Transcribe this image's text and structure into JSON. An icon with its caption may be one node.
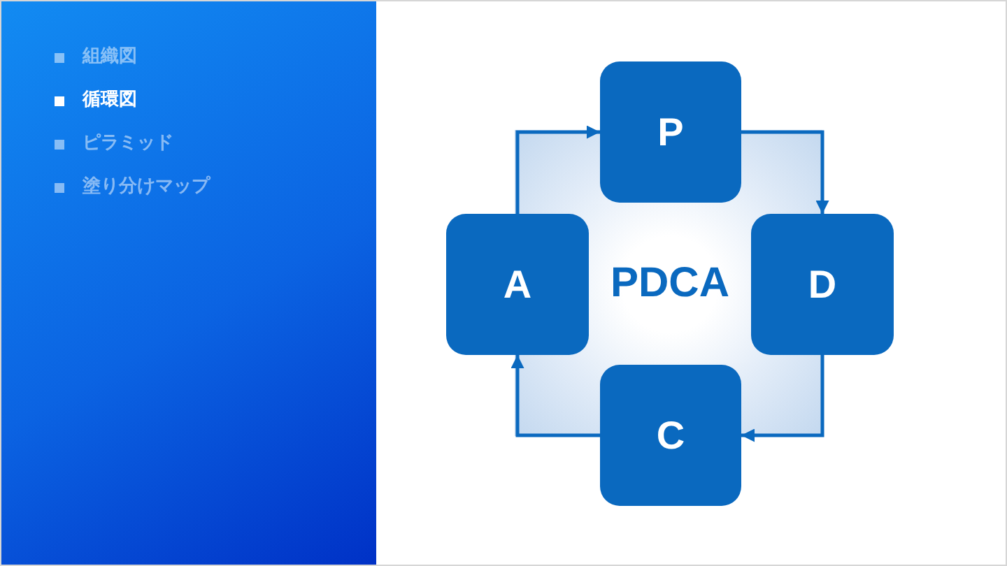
{
  "diagram": {
    "nodes": [
      {
        "text": [
          "P"
        ]
      },
      {
        "text": [
          "D"
        ]
      },
      {
        "text": [
          "C"
        ]
      },
      {
        "text": [
          "A"
        ]
      },
      {
        "text": [
          "PDCA"
        ]
      }
    ],
    "edges": [
      {
        "from": 3,
        "to": 0,
        "arrow": "to"
      },
      {
        "from": 0,
        "to": 1,
        "arrow": "to"
      },
      {
        "from": 1,
        "to": 2,
        "arrow": "to"
      },
      {
        "from": 2,
        "to": 3,
        "arrow": "to"
      }
    ],
    "labels": [
      "組織図",
      "循環図",
      "ピラミッド",
      "塗り分けマップ"
    ]
  }
}
